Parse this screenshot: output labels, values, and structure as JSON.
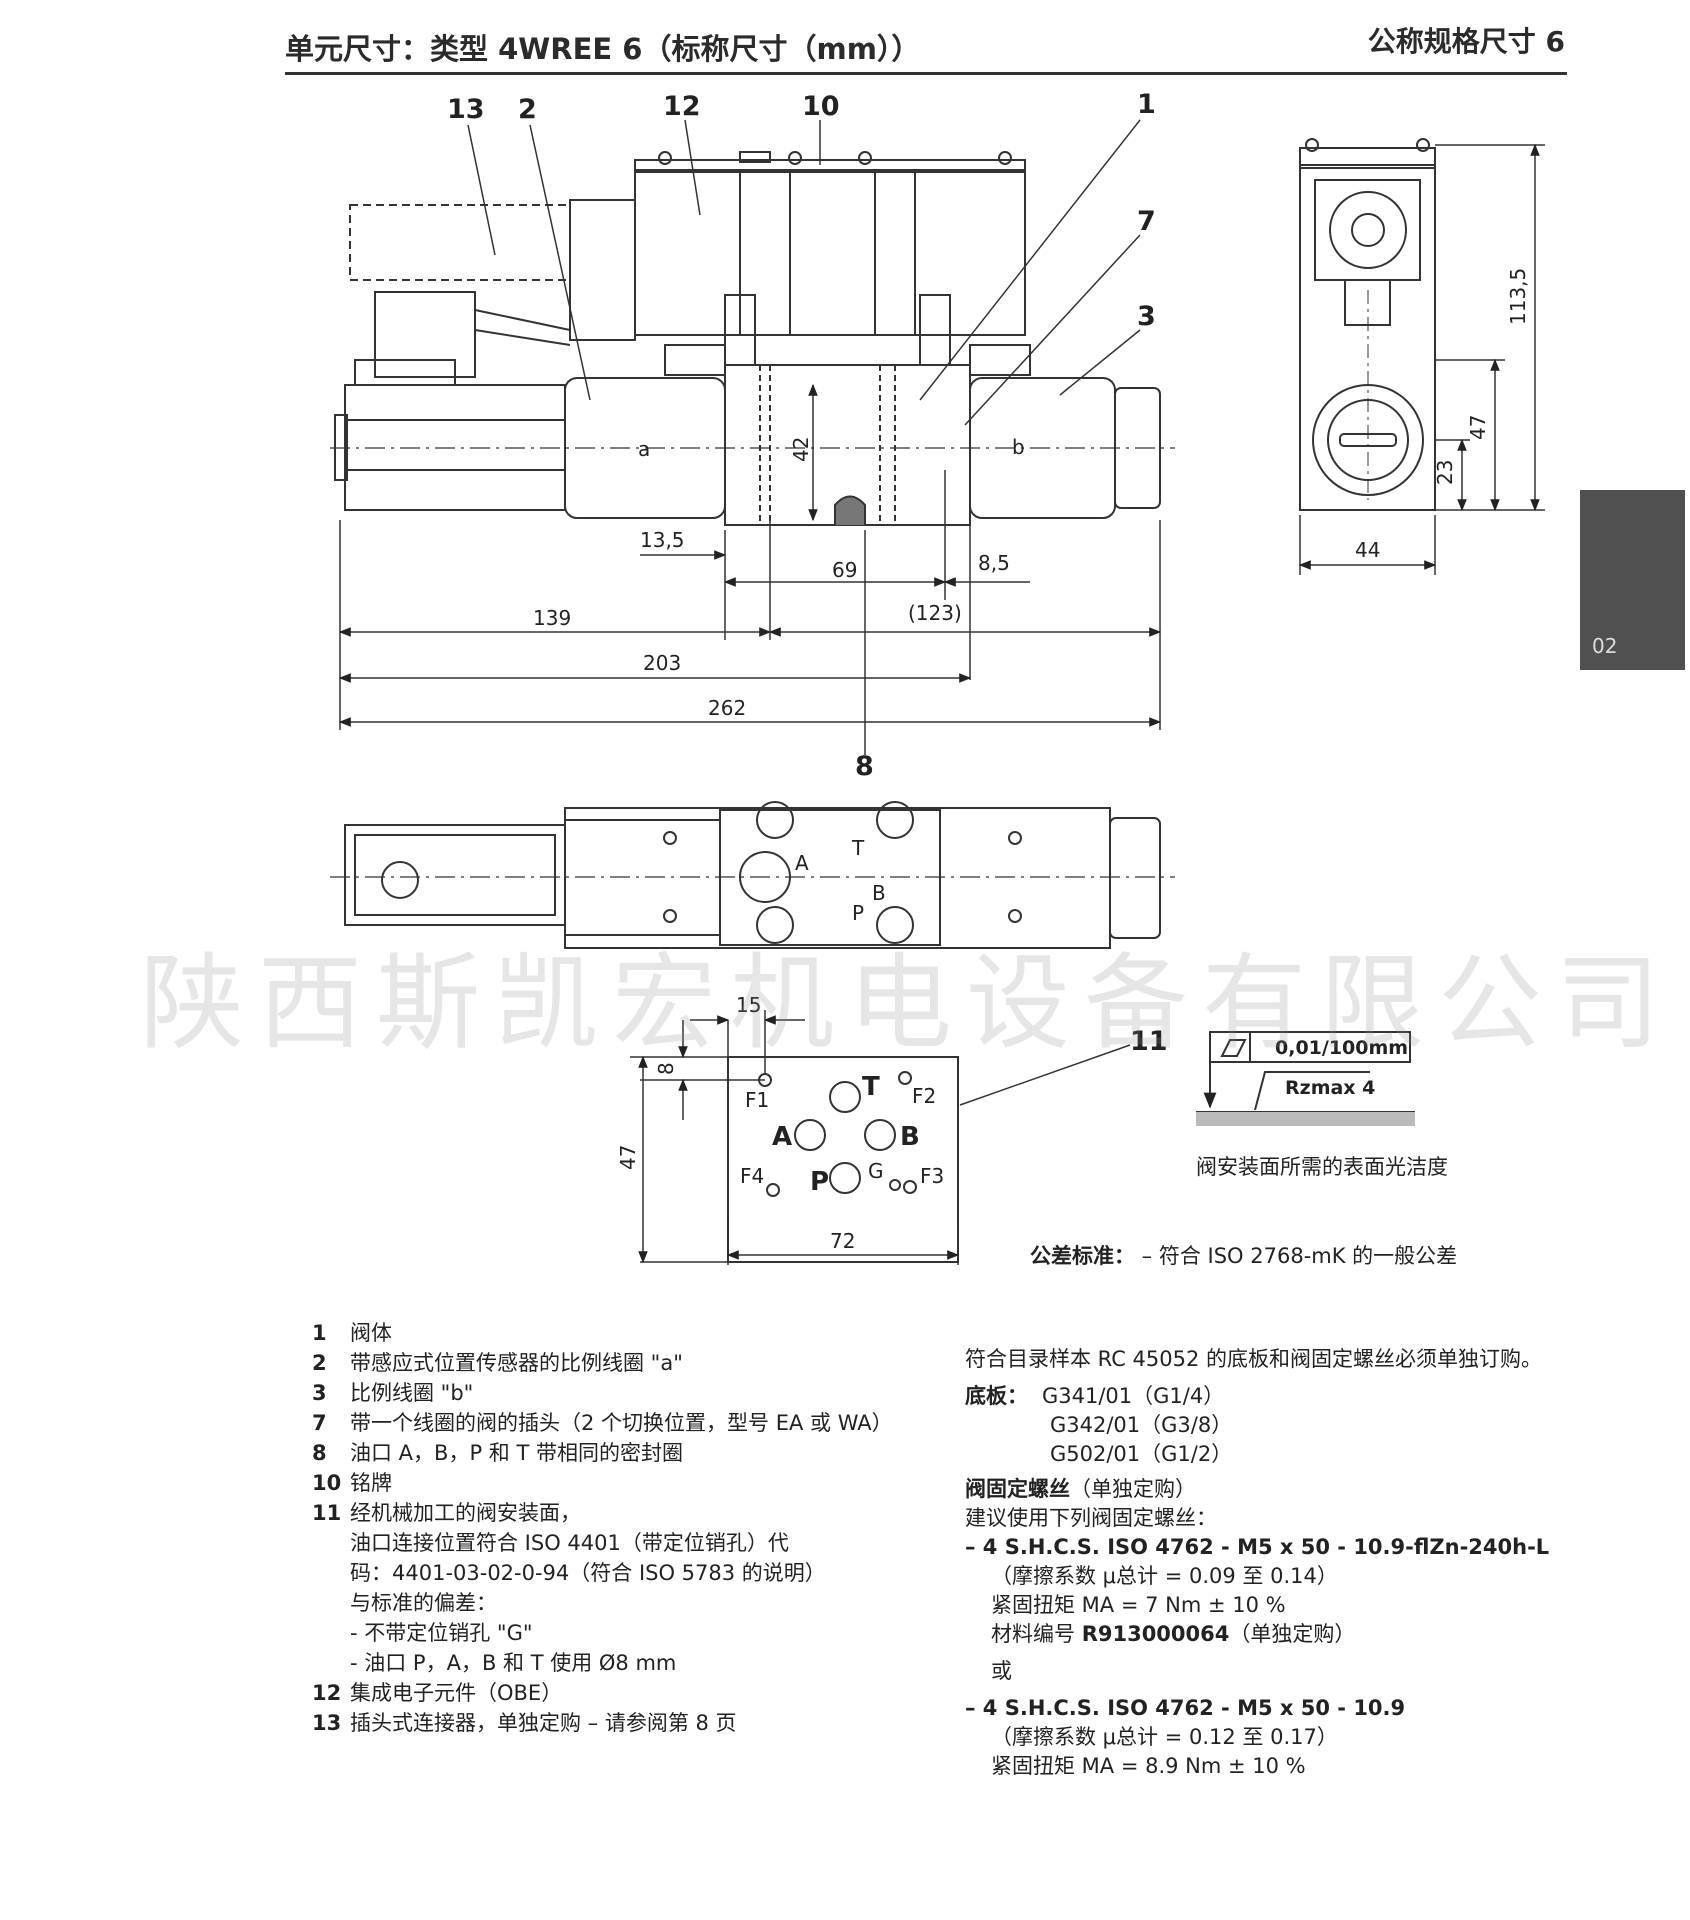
{
  "header": {
    "title": "单元尺寸：类型 4WREE 6（标称尺寸（mm））",
    "right": "公称规格尺寸 6"
  },
  "side_tab": {
    "label": "02"
  },
  "watermark": "陕西斯凯宏机电设备有限公司",
  "callouts": {
    "n13": "13",
    "n2": "2",
    "n12": "12",
    "n10": "10",
    "n1": "1",
    "n7": "7",
    "n3": "3",
    "n8": "8",
    "n11": "11"
  },
  "labels": {
    "a": "a",
    "b": "b",
    "A": "A",
    "B": "B",
    "T": "T",
    "P": "P",
    "G": "G",
    "F1": "F1",
    "F2": "F2",
    "F3": "F3",
    "F4": "F4"
  },
  "dims": {
    "d42": "42",
    "d13_5": "13,5",
    "d69": "69",
    "d8_5": "8,5",
    "d139": "139",
    "d123": "(123)",
    "d203": "203",
    "d262": "262",
    "d113_5": "113,5",
    "d47": "47",
    "d23": "23",
    "d44": "44",
    "d15": "15",
    "d8": "8",
    "d47b": "47",
    "d72": "72"
  },
  "surface": {
    "flatness": "0,01/100mm",
    "roughness": "Rzmax 4",
    "caption": "阀安装面所需的表面光洁度"
  },
  "tolerance": {
    "label": "公差标准：",
    "text": " – 符合 ISO 2768-mK 的一般公差"
  },
  "legend": [
    {
      "num": "1",
      "lines": [
        "阀体"
      ]
    },
    {
      "num": "2",
      "lines": [
        "带感应式位置传感器的比例线圈 \"a\""
      ]
    },
    {
      "num": "3",
      "lines": [
        "比例线圈 \"b\""
      ]
    },
    {
      "num": "7",
      "lines": [
        "带一个线圈的阀的插头（2 个切换位置，型号 EA 或 WA）"
      ]
    },
    {
      "num": "8",
      "lines": [
        "油口 A，B，P 和 T 带相同的密封圈"
      ]
    },
    {
      "num": "10",
      "lines": [
        "铭牌"
      ]
    },
    {
      "num": "11",
      "lines": [
        "经机械加工的阀安装面，",
        "油口连接位置符合 ISO 4401（带定位销孔）代",
        "码：4401-03-02-0-94（符合 ISO 5783 的说明）",
        "与标准的偏差：",
        "- 不带定位销孔 \"G\"",
        "- 油口 P，A，B 和 T 使用 Ø8 mm"
      ]
    },
    {
      "num": "12",
      "lines": [
        "集成电子元件（OBE）"
      ]
    },
    {
      "num": "13",
      "lines": [
        "插头式连接器，单独定购 – 请参阅第 8 页"
      ]
    }
  ],
  "right_col": {
    "intro": "符合目录样本 RC 45052 的底板和阀固定螺丝必须单独订购。",
    "plates_label": "底板：",
    "plates": [
      "G341/01（G1/4）",
      "G342/01（G3/8）",
      "G502/01（G1/2）"
    ],
    "screws_title": "阀固定螺丝",
    "screws_title_suffix": "（单独定购）",
    "screws_recommend": "建议使用下列阀固定螺丝：",
    "option1": "– 4 S.H.C.S. ISO 4762 - M5 x 50 - 10.9-flZn-240h-L",
    "option1_friction": "（摩擦系数 μ总计 = 0.09 至 0.14）",
    "option1_torque": "紧固扭矩 MA = 7 Nm ± 10 %",
    "option1_material_label": "材料编号 ",
    "option1_material": "R913000064",
    "option1_material_suffix": "（单独定购）",
    "or": "或",
    "option2": "– 4 S.H.C.S. ISO 4762 - M5 x 50 - 10.9",
    "option2_friction": "（摩擦系数 μ总计 = 0.12 至 0.17）",
    "option2_torque": "紧固扭矩 MA = 8.9 Nm ± 10 %"
  }
}
